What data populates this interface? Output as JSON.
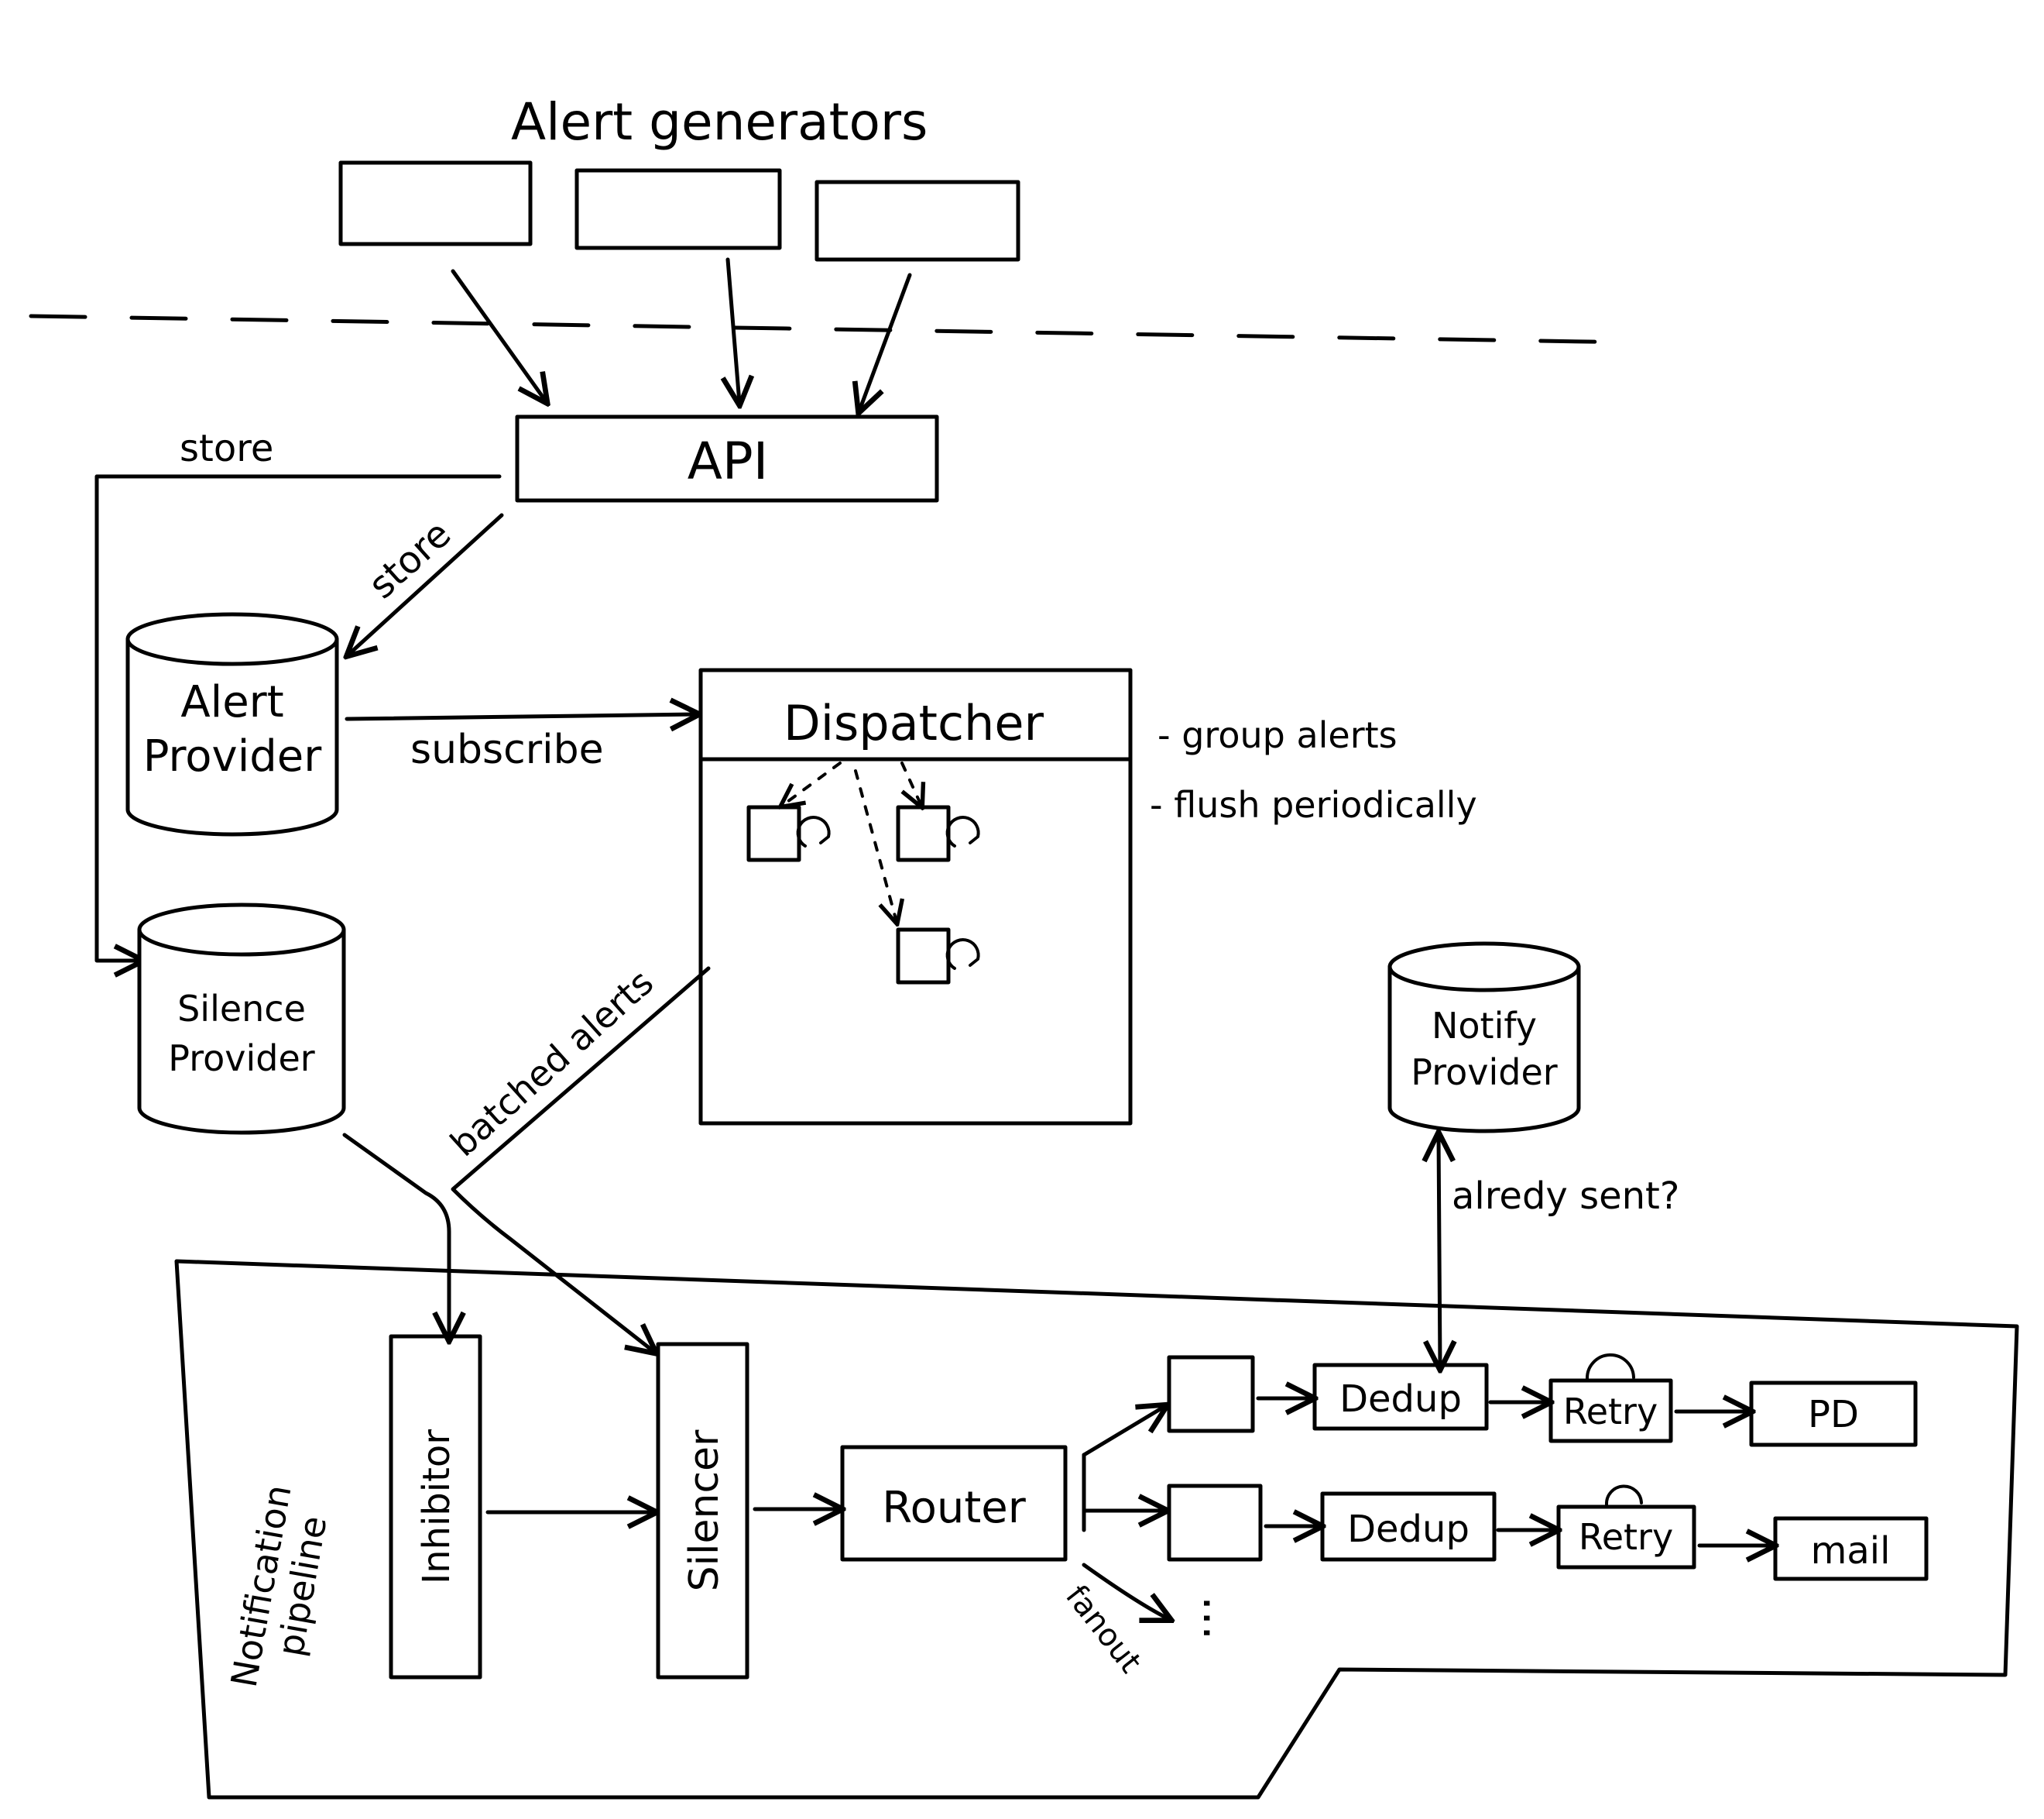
{
  "title": "Alert generators",
  "components": {
    "api": "API",
    "alert_provider_line1": "Alert",
    "alert_provider_line2": "Provider",
    "silence_provider_line1": "Silence",
    "silence_provider_line2": "Provider",
    "dispatcher": "Dispatcher",
    "notify_provider_line1": "Notify",
    "notify_provider_line2": "Provider",
    "inhibitor": "Inhibitor",
    "silencer": "Silencer",
    "router": "Router",
    "dedup": "Dedup",
    "retry": "Retry",
    "pd": "PD",
    "mail": "mail"
  },
  "pipeline_label_line1": "Notification",
  "pipeline_label_line2": "pipeline",
  "edges": {
    "store_top": "store",
    "store_diag": "store",
    "subscribe": "subscribe",
    "batched_alerts": "batched alerts",
    "already_sent": "alredy sent?",
    "fanout": "fanout",
    "ellipsis": "..."
  },
  "dispatcher_notes": [
    "- group alerts",
    "- flush periodically"
  ]
}
